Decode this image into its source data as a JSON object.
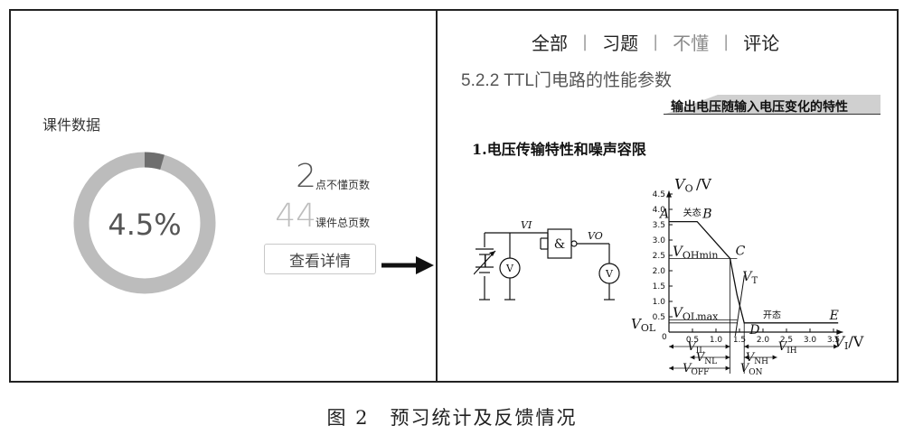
{
  "left": {
    "stats_label": "课件数据",
    "donut_percent": 4.5,
    "donut_text": "4.5%",
    "confused_pages": "2",
    "confused_label": "点不懂页数",
    "total_pages": "44",
    "total_label": "课件总页数",
    "detail_button": "查看详情"
  },
  "right": {
    "tabs": [
      {
        "label": "全部",
        "muted": false
      },
      {
        "label": "习题",
        "muted": false
      },
      {
        "label": "不懂",
        "muted": true
      },
      {
        "label": "评论",
        "muted": false
      }
    ],
    "separator": "|",
    "slide_title": "5.2.2 TTL门电路的性能参数",
    "highlight_text": "输出电压随输入电压变化的特性",
    "section_heading": "1.电压传输特性和噪声容限"
  },
  "caption": "图 2　预习统计及反馈情况",
  "chart_data": {
    "type": "line",
    "title": "",
    "xlabel": "VI/V",
    "ylabel": "VO/V",
    "xlim": [
      0,
      3.7
    ],
    "ylim": [
      0,
      4.6
    ],
    "x_ticks": [
      0.5,
      1.0,
      1.5,
      2.0,
      2.5,
      3.0,
      3.5
    ],
    "x_tick_labels": [
      "0.5",
      "1.0",
      "1.5",
      "2.0",
      "2.5",
      "3.0",
      "3.5"
    ],
    "y_ticks": [
      0.5,
      1.0,
      1.5,
      2.0,
      2.5,
      3.0,
      3.5,
      4.0,
      4.5
    ],
    "y_tick_labels": [
      "0.5",
      "1.0",
      "1.5",
      "2.0",
      "2.5",
      "3.0",
      "3.5",
      "4.0",
      "4.5"
    ],
    "origin_label": "0",
    "series": [
      {
        "points": [
          [
            0,
            3.6
          ],
          [
            0.6,
            3.6
          ],
          [
            1.3,
            2.4
          ],
          [
            1.45,
            1.2
          ],
          [
            1.6,
            0.3
          ],
          [
            3.6,
            0.3
          ]
        ]
      }
    ],
    "point_labels": [
      {
        "text": "A",
        "x": 0.0,
        "y": 3.6
      },
      {
        "text": "B",
        "x": 0.6,
        "y": 3.6
      },
      {
        "text": "C",
        "x": 1.3,
        "y": 2.4
      },
      {
        "text": "D",
        "x": 1.6,
        "y": 0.3
      },
      {
        "text": "E",
        "x": 3.3,
        "y": 0.3
      },
      {
        "text": "VT",
        "x": 1.45,
        "y": 1.2
      }
    ],
    "region_labels": [
      {
        "text": "关态",
        "x": 0.3,
        "y": 3.8
      },
      {
        "text": "开态",
        "x": 2.0,
        "y": 0.45
      }
    ],
    "level_labels": [
      {
        "text": "VOHmin",
        "y": 2.4
      },
      {
        "text": "VOLmax",
        "y": 0.4
      },
      {
        "text": "VOL",
        "y": 0.3
      }
    ],
    "interval_labels": [
      {
        "text": "VIL",
        "x1": 0.0,
        "x2": 1.3
      },
      {
        "text": "VNL",
        "x1": 0.45,
        "x2": 1.3
      },
      {
        "text": "VOFF",
        "x1": 0.0,
        "x2": 1.3
      },
      {
        "text": "VNH",
        "x1": 1.6,
        "x2": 2.3
      },
      {
        "text": "VIH",
        "x1": 1.6,
        "x2": 3.6
      },
      {
        "text": "VON",
        "x1": 1.6,
        "x2": 1.6
      }
    ]
  },
  "circuit": {
    "input_label": "VI",
    "output_label": "VO",
    "gate_symbol": "&",
    "meter_symbol": "V"
  }
}
